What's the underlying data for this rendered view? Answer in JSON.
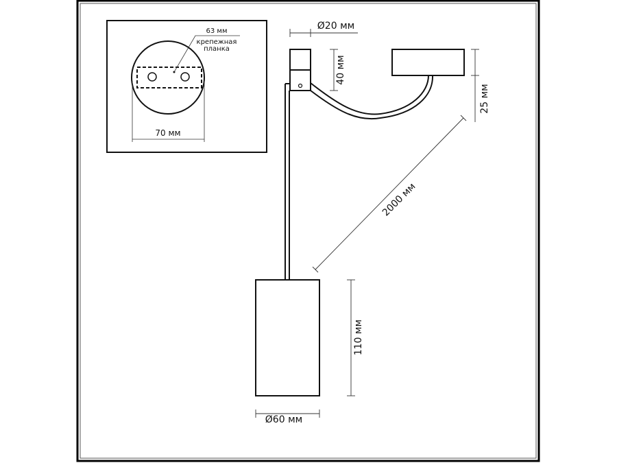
{
  "inset": {
    "bracket_width_label": "63 мм",
    "bracket_label_line1": "крепежная",
    "bracket_label_line2": "планка",
    "canopy_diameter_label": "70 мм"
  },
  "dimensions": {
    "head_diameter": "Ø20 мм",
    "head_height": "40 мм",
    "canopy_height": "25 мм",
    "cable_length": "2000 мм",
    "shade_height": "110 мм",
    "shade_diameter": "Ø60 мм"
  }
}
